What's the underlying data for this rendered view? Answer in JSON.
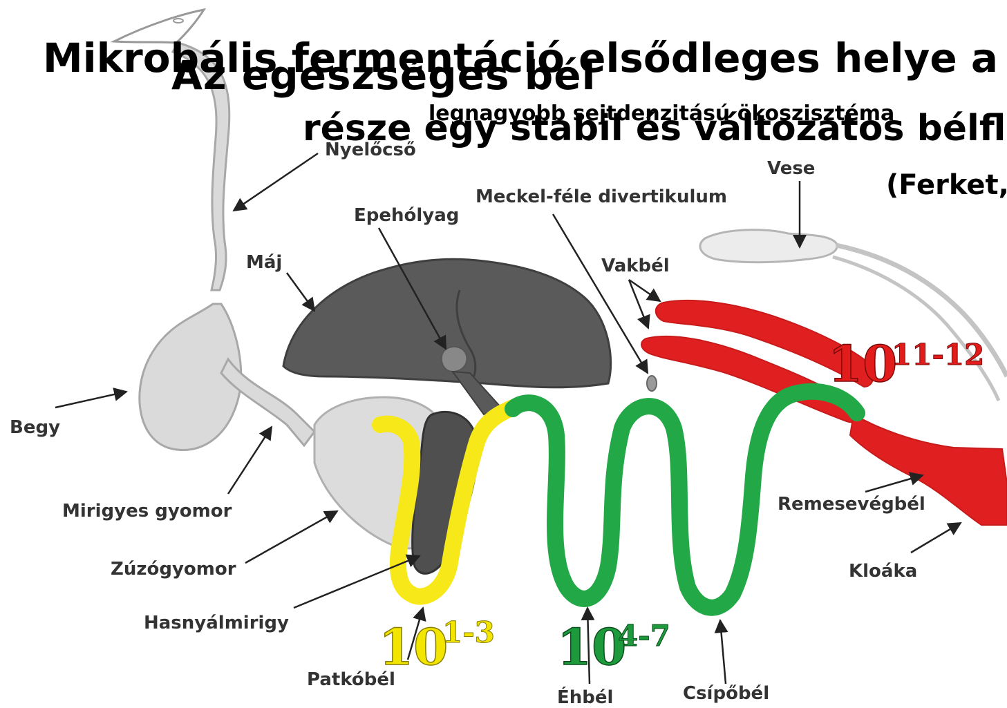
{
  "heading": {
    "line1": "Mikrobális fermentáció elsődleges helye a vakbél",
    "overlay_title": "Az egészséges bél",
    "line2": "része egy stabil és változatos bélflóra",
    "overlay_sub": "legnagyobb sejtdenzitású ökoszisztéma",
    "citation": "(Ferket,"
  },
  "labels": {
    "nyelocso": "Nyelőcső",
    "vese": "Vese",
    "meckel": "Meckel-féle divertikulum",
    "epeholyag": "Epehólyag",
    "maj": "Máj",
    "vakbel": "Vakbél",
    "begy": "Begy",
    "mirigyes_gyomor": "Mirigyes gyomor",
    "zuzogyomor": "Zúzógyomor",
    "hasnyalmirigy": "Hasnyálmirigy",
    "patkobel": "Patkóbél",
    "ehbel": "Éhbél",
    "csipobel": "Csípőbél",
    "remesevegbel": "Remesevégbél",
    "kloaka": "Kloáka"
  },
  "densities": {
    "duodenum": {
      "base": "10",
      "exp": "1-3",
      "color": "#f2e600"
    },
    "jejunum": {
      "base": "10",
      "exp": "4-7",
      "color": "#1d9a3c"
    },
    "cecum": {
      "base": "10",
      "exp": "11-12",
      "color": "#e21b1b"
    }
  },
  "colors": {
    "organ_light": "#d9d9d9",
    "organ_dark": "#555555",
    "yellow_gut": "#f7e81a",
    "green_gut": "#22a846",
    "red_gut": "#e31e1e"
  }
}
